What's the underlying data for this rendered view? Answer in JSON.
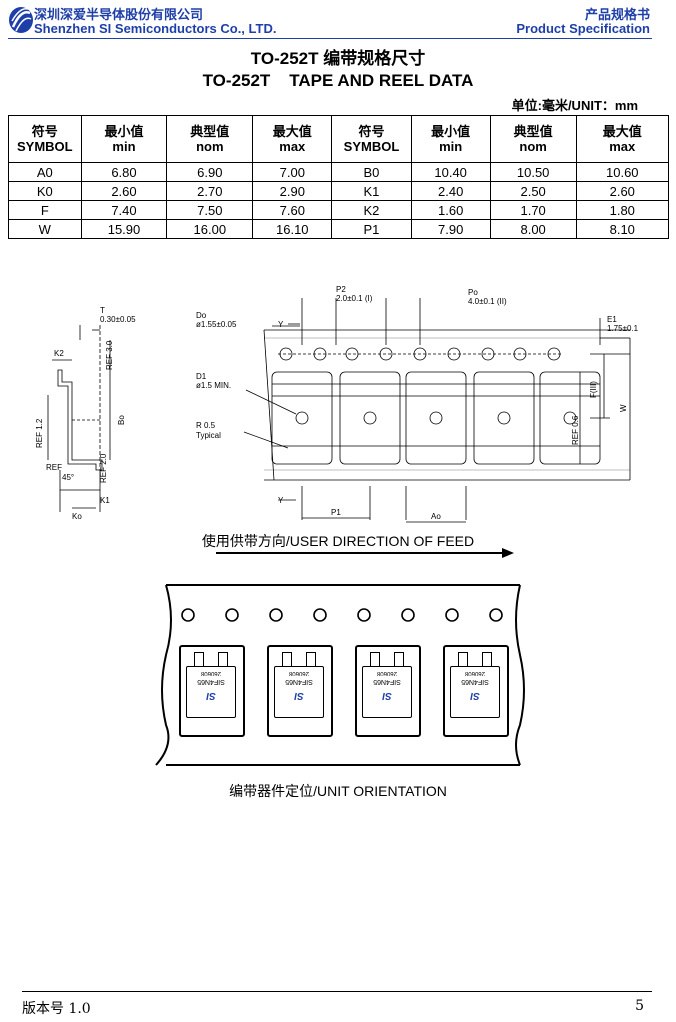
{
  "header": {
    "company_cn": "深圳深爱半导体股份有限公司",
    "company_en": "Shenzhen SI Semiconductors Co., LTD.",
    "doc_type_cn": "产品规格书",
    "doc_type_en": "Product Specification"
  },
  "title_cn": "TO-252T  编带规格尺寸",
  "title_en": "TO-252T    TAPE AND REEL DATA",
  "unit_label": "单位:毫米/UNIT：mm",
  "table": {
    "headers": [
      {
        "cn": "符号",
        "en": "SYMBOL"
      },
      {
        "cn": "最小值",
        "en": "min"
      },
      {
        "cn": "典型值",
        "en": "nom"
      },
      {
        "cn": "最大值",
        "en": "max"
      },
      {
        "cn": "符号",
        "en": "SYMBOL"
      },
      {
        "cn": "最小值",
        "en": "min"
      },
      {
        "cn": "典型值",
        "en": "nom"
      },
      {
        "cn": "最大值",
        "en": "max"
      }
    ],
    "rows": [
      [
        "A0",
        "6.80",
        "6.90",
        "7.00",
        "B0",
        "10.40",
        "10.50",
        "10.60"
      ],
      [
        "K0",
        "2.60",
        "2.70",
        "2.90",
        "K1",
        "2.40",
        "2.50",
        "2.60"
      ],
      [
        "F",
        "7.40",
        "7.50",
        "7.60",
        "K2",
        "1.60",
        "1.70",
        "1.80"
      ],
      [
        "W",
        "15.90",
        "16.00",
        "16.10",
        "P1",
        "7.90",
        "8.00",
        "8.10"
      ]
    ]
  },
  "drawing": {
    "T_label": "T",
    "T_value": "0.30±0.05",
    "P2_label": "P2",
    "P2_value": "2.0±0.1 (I)",
    "P0_label": "Po",
    "P0_value": "4.0±0.1 (II)",
    "D0_label": "Do",
    "D0_value": "ø1.55±0.05",
    "E1_label": "E1",
    "E1_value": "1.75±0.1",
    "D1_label": "D1",
    "D1_value": "ø1.5 MIN.",
    "R_label": "R 0.5",
    "R_sub": "Typical",
    "K2_label": "K2",
    "K1_label": "K1",
    "K0_label": "Ko",
    "B0_label": "Bo",
    "ref30": "REF 3.0",
    "ref12": "REF 1.2",
    "ref20": "REF 2.0",
    "ref06": "REF 0.6",
    "ref_label": "REF",
    "angle": "45°",
    "Y_label": "Y",
    "P1_label": "P1",
    "A0_label": "Ao",
    "F_label": "F(III)",
    "W_label": "W"
  },
  "feed_label": "使用供带方向/USER DIRECTION OF FEED",
  "unit_chip": {
    "line1": "SIF4N65",
    "line2": "260608",
    "logo": "SI"
  },
  "orientation_label": "编带器件定位/UNIT ORIENTATION",
  "footer": {
    "version": "版本号 1.0",
    "page": "5"
  },
  "colors": {
    "header_blue": "#1f3fa8"
  }
}
